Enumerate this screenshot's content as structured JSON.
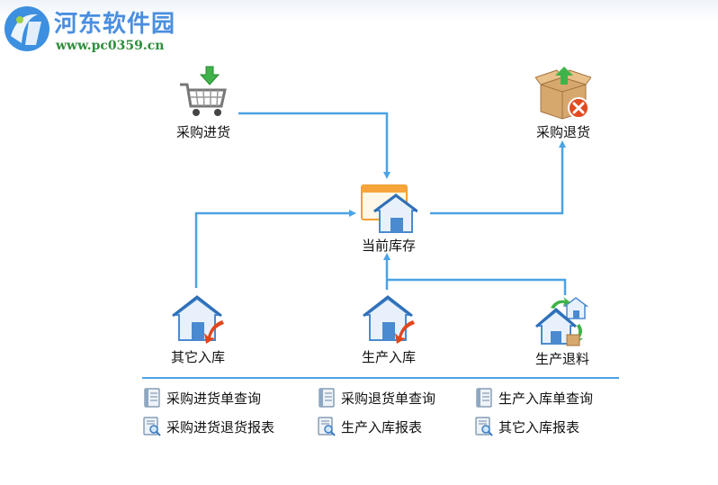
{
  "brand": {
    "title": "河东软件园",
    "url": "www.pc0359.cn"
  },
  "colors": {
    "flow_line": "#4aa3e4",
    "brand_blue": "#4a8ee0",
    "brand_green": "#2f8e3c"
  },
  "nodes": {
    "purchase_in": {
      "label": "采购进货",
      "icon": "shopping-cart-icon"
    },
    "purchase_return": {
      "label": "采购退货",
      "icon": "return-box-icon"
    },
    "current_stock": {
      "label": "当前库存",
      "icon": "warehouse-icon"
    },
    "other_in": {
      "label": "其它入库",
      "icon": "warehouse-in-icon"
    },
    "production_in": {
      "label": "生产入库",
      "icon": "warehouse-in-icon"
    },
    "production_return": {
      "label": "生产退料",
      "icon": "warehouse-exchange-icon"
    }
  },
  "reports": [
    {
      "label": "采购进货单查询",
      "icon": "ledger-icon"
    },
    {
      "label": "采购退货单查询",
      "icon": "ledger-icon"
    },
    {
      "label": "生产入库单查询",
      "icon": "ledger-icon"
    },
    {
      "label": "采购进货退货报表",
      "icon": "report-search-icon"
    },
    {
      "label": "生产入库报表",
      "icon": "report-search-icon"
    },
    {
      "label": "其它入库报表",
      "icon": "report-search-icon"
    }
  ]
}
